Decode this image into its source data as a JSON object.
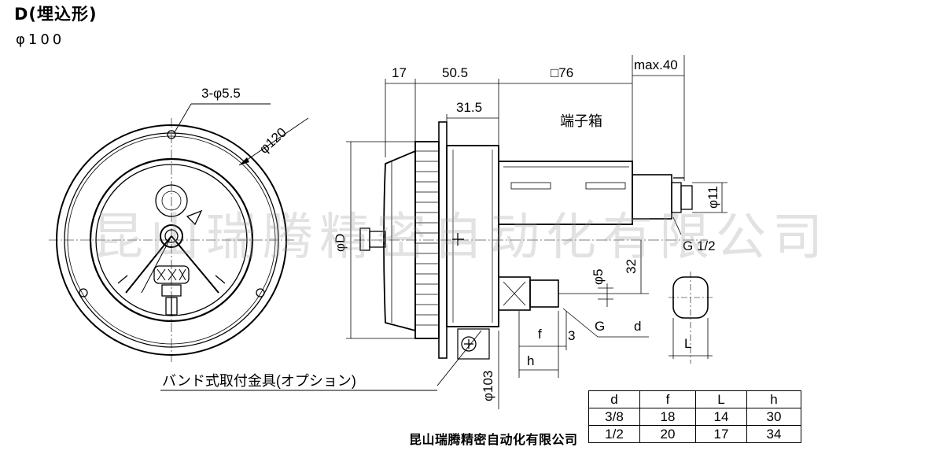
{
  "title": "D(埋込形)",
  "subtitle": "φ100",
  "footer": "昆山瑞腾精密自动化有限公司",
  "watermark": "昆山瑞腾精密自动化有限公司",
  "labels": {
    "holes": "3-φ5.5",
    "dia120": "φ120",
    "d17": "17",
    "d50_5": "50.5",
    "sq76": "□76",
    "max40": "max.40",
    "d31_5": "31.5",
    "terminal_box": "端子箱",
    "phiD": "φD",
    "phi11": "φ11",
    "thread": "G 1/2",
    "phi5": "φ5",
    "d32": "32",
    "d3": "3",
    "G": "G",
    "d": "d",
    "f": "f",
    "h": "h",
    "L": "L",
    "phi103": "φ103",
    "band_note": "バンド式取付金具(オプション)"
  },
  "table": {
    "headers": [
      "d",
      "f",
      "L",
      "h"
    ],
    "rows": [
      [
        "3/8",
        "18",
        "14",
        "30"
      ],
      [
        "1/2",
        "20",
        "17",
        "34"
      ]
    ]
  }
}
